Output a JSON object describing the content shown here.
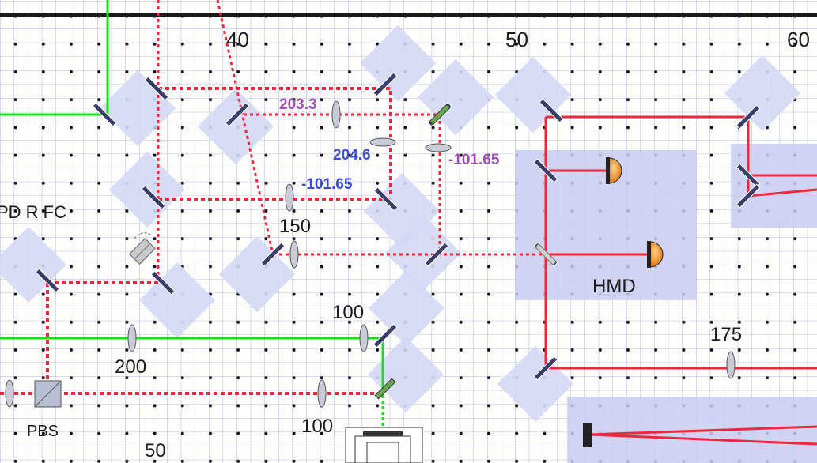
{
  "ruler": {
    "marks": [
      "40",
      "50",
      "60"
    ]
  },
  "mirror_mounts": {
    "color": "#d4d8f4"
  },
  "beams": {
    "red_color": "#ea2a3c",
    "green_color": "#19e019",
    "grid_color": "#3d42c8"
  },
  "lens_labels": [
    {
      "text": "203.3",
      "color": "#a050b0"
    },
    {
      "text": "204.6",
      "color": "#3c4dd0"
    },
    {
      "text": "-101.65",
      "color": "#3c4dd0"
    },
    {
      "text": "-101.65",
      "color": "#a050b0"
    }
  ],
  "focal_labels": [
    "150",
    "100",
    "200",
    "100",
    "175",
    "50"
  ],
  "component_labels": {
    "pd_r_fc": "PD R FC",
    "hmd": "HMD",
    "pbs": "PBS"
  },
  "icons": [
    "mirror-icon",
    "lens-icon",
    "photodiode-icon",
    "beam-splitter-icon",
    "camera-icon",
    "rotation-mount-icon"
  ]
}
